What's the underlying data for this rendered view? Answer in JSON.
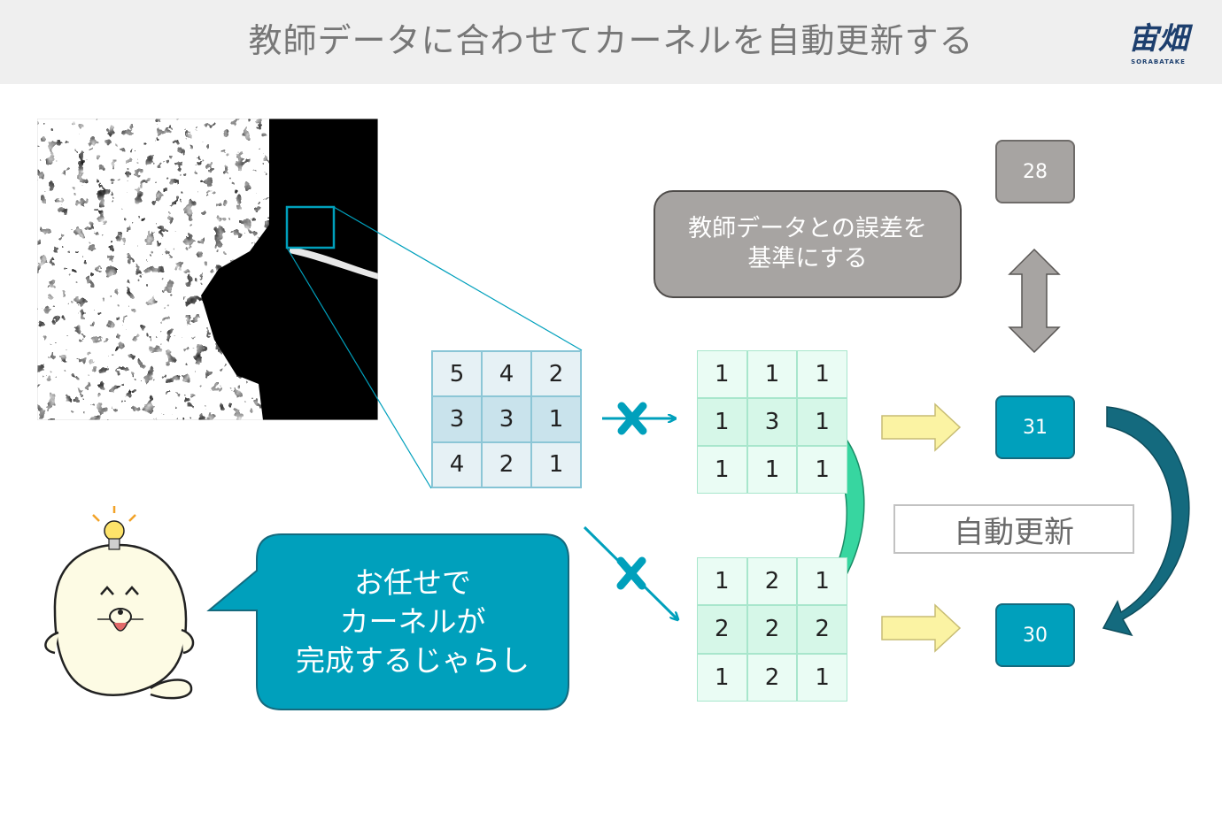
{
  "header": {
    "title": "教師データに合わせてカーネルを自動更新する",
    "logo_text": "宙畑",
    "logo_sub": "SORABATAKE"
  },
  "input_grid": [
    [
      "5",
      "4",
      "2"
    ],
    [
      "3",
      "3",
      "1"
    ],
    [
      "4",
      "2",
      "1"
    ]
  ],
  "kernel_top": [
    [
      "1",
      "1",
      "1"
    ],
    [
      "1",
      "3",
      "1"
    ],
    [
      "1",
      "1",
      "1"
    ]
  ],
  "kernel_bottom": [
    [
      "1",
      "2",
      "1"
    ],
    [
      "2",
      "2",
      "2"
    ],
    [
      "1",
      "2",
      "1"
    ]
  ],
  "values": {
    "target": "28",
    "result_top": "31",
    "result_bottom": "30"
  },
  "note": {
    "line1": "教師データとの誤差を",
    "line2": "基準にする"
  },
  "auto_update_label": "自動更新",
  "speech": {
    "line1": "お任せで",
    "line2": "カーネルが",
    "line3": "完成するじゃらし"
  },
  "colors": {
    "teal": "#00a0bc",
    "teal_dark": "#146a7e",
    "gray_box": "#a7a4a2",
    "mint_arrow": "#37d6a0",
    "yellow_arrow": "#fbf3a3",
    "header_bg": "#efefef"
  }
}
